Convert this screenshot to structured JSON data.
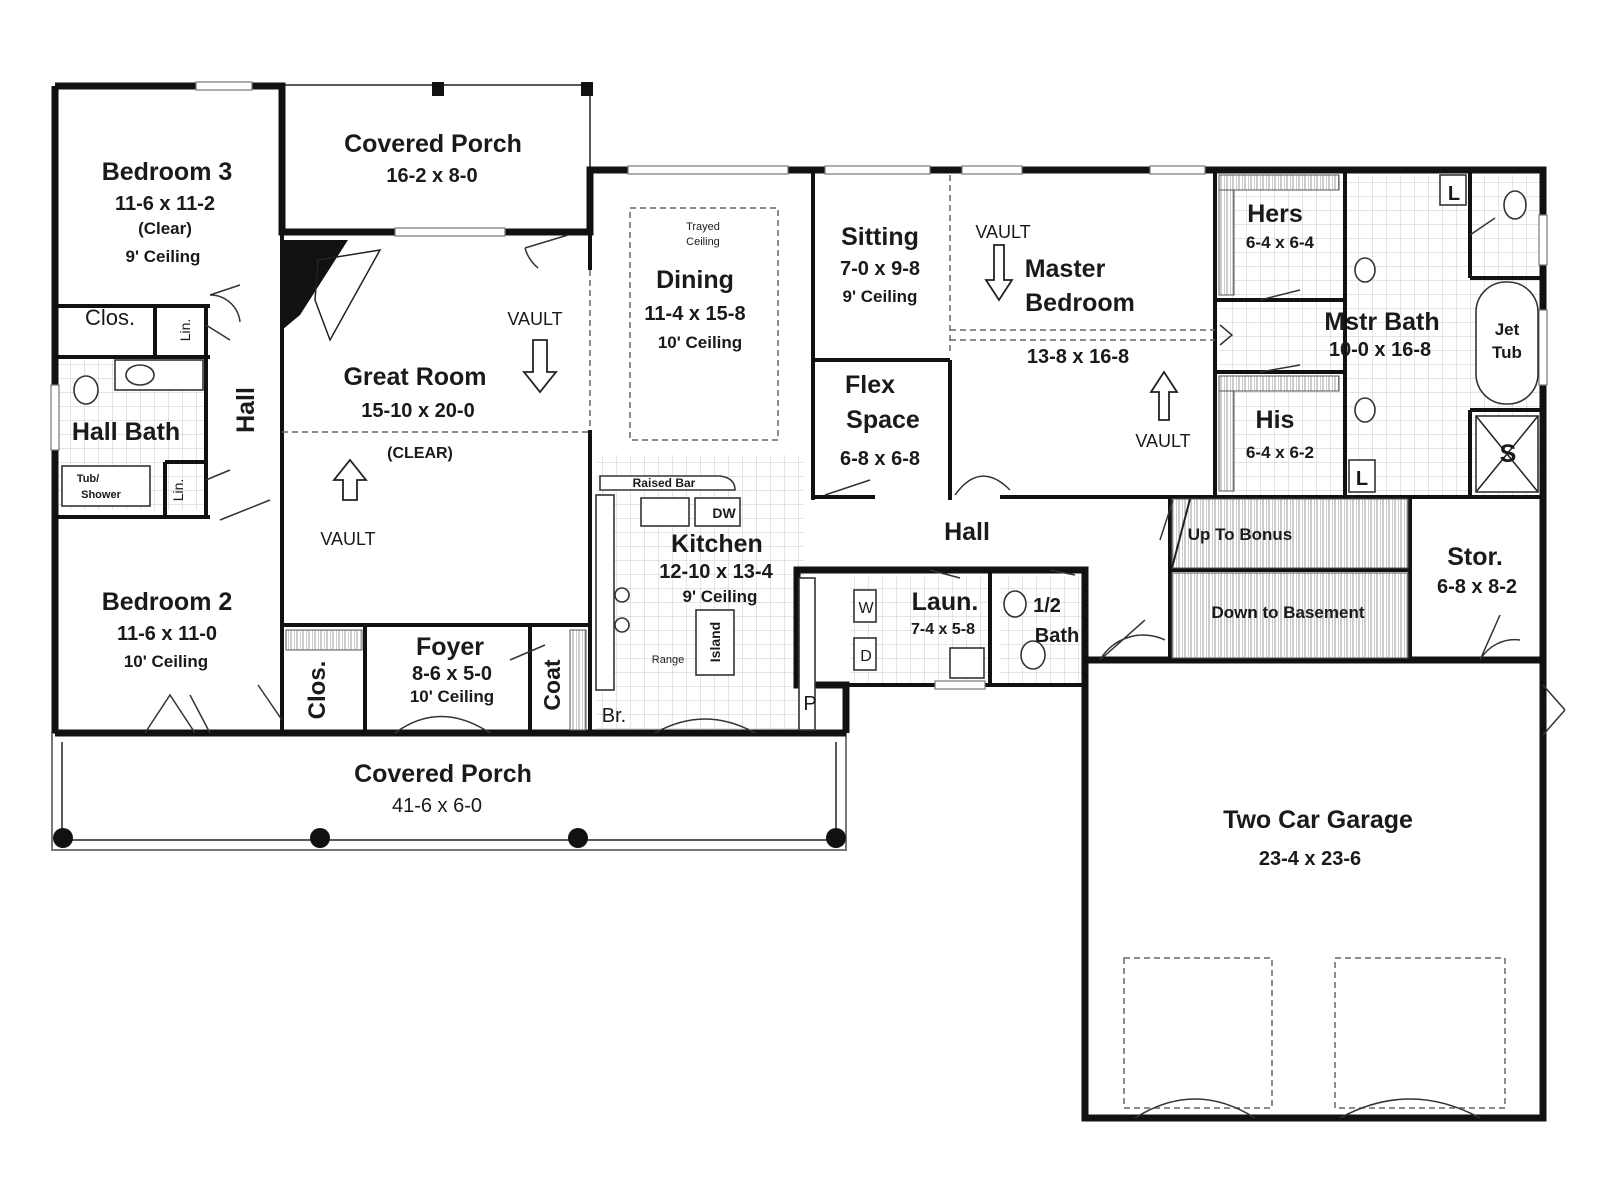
{
  "rooms": {
    "bedroom3": {
      "name": "Bedroom 3",
      "dims": "11-6 x 11-2",
      "note": "(Clear)",
      "ceiling": "9' Ceiling"
    },
    "covered_porch_rear": {
      "name": "Covered Porch",
      "dims": "16-2 x 8-0"
    },
    "great_room": {
      "name": "Great Room",
      "dims": "15-10 x 20-0",
      "note": "(CLEAR)"
    },
    "dining": {
      "name": "Dining",
      "dims": "11-4 x 15-8",
      "ceiling": "10' Ceiling",
      "trayed_1": "Trayed",
      "trayed_2": "Ceiling"
    },
    "sitting": {
      "name": "Sitting",
      "dims": "7-0 x 9-8",
      "ceiling": "9' Ceiling"
    },
    "master_bedroom": {
      "name_1": "Master",
      "name_2": "Bedroom",
      "dims": "13-8 x 16-8"
    },
    "hers": {
      "name": "Hers",
      "dims": "6-4 x 6-4"
    },
    "his": {
      "name": "His",
      "dims": "6-4 x 6-2"
    },
    "mstr_bath": {
      "name": "Mstr Bath",
      "dims": "10-0 x 16-8",
      "jet_1": "Jet",
      "jet_2": "Tub",
      "shower": "S",
      "linen_1": "L",
      "linen_2": "L"
    },
    "flex_space": {
      "name_1": "Flex",
      "name_2": "Space",
      "dims": "6-8 x 6-8"
    },
    "hall_bath": {
      "name": "Hall Bath",
      "tub_1": "Tub/",
      "tub_2": "Shower"
    },
    "hall_west": {
      "name": "Hall"
    },
    "hall_center": {
      "name": "Hall"
    },
    "closet_b3": {
      "name": "Clos."
    },
    "linen_1": {
      "name": "Lin."
    },
    "linen_2": {
      "name": "Lin."
    },
    "kitchen": {
      "name": "Kitchen",
      "dims": "12-10 x 13-4",
      "ceiling": "9' Ceiling",
      "raised_bar": "Raised Bar",
      "dw": "DW",
      "range": "Range",
      "island": "Island",
      "br": "Br.",
      "pantry": "P"
    },
    "bedroom2": {
      "name": "Bedroom 2",
      "dims": "11-6 x 11-0",
      "ceiling": "10' Ceiling"
    },
    "closet_b2": {
      "name": "Clos."
    },
    "foyer": {
      "name": "Foyer",
      "dims": "8-6 x 5-0",
      "ceiling": "10' Ceiling"
    },
    "coat": {
      "name": "Coat"
    },
    "laundry": {
      "name": "Laun.",
      "dims": "7-4 x 5-8",
      "washer": "W",
      "dryer": "D"
    },
    "half_bath": {
      "name_1": "1/2",
      "name_2": "Bath"
    },
    "up_bonus": {
      "name": "Up To Bonus"
    },
    "down_basement": {
      "name": "Down to Basement"
    },
    "storage": {
      "name": "Stor.",
      "dims": "6-8 x 8-2"
    },
    "covered_porch_front": {
      "name": "Covered Porch",
      "dims": "41-6 x 6-0"
    },
    "garage": {
      "name": "Two Car Garage",
      "dims": "23-4 x 23-6"
    }
  },
  "labels": {
    "vault_great_1": "VAULT",
    "vault_great_2": "VAULT",
    "vault_master_1": "VAULT",
    "vault_master_2": "VAULT"
  }
}
